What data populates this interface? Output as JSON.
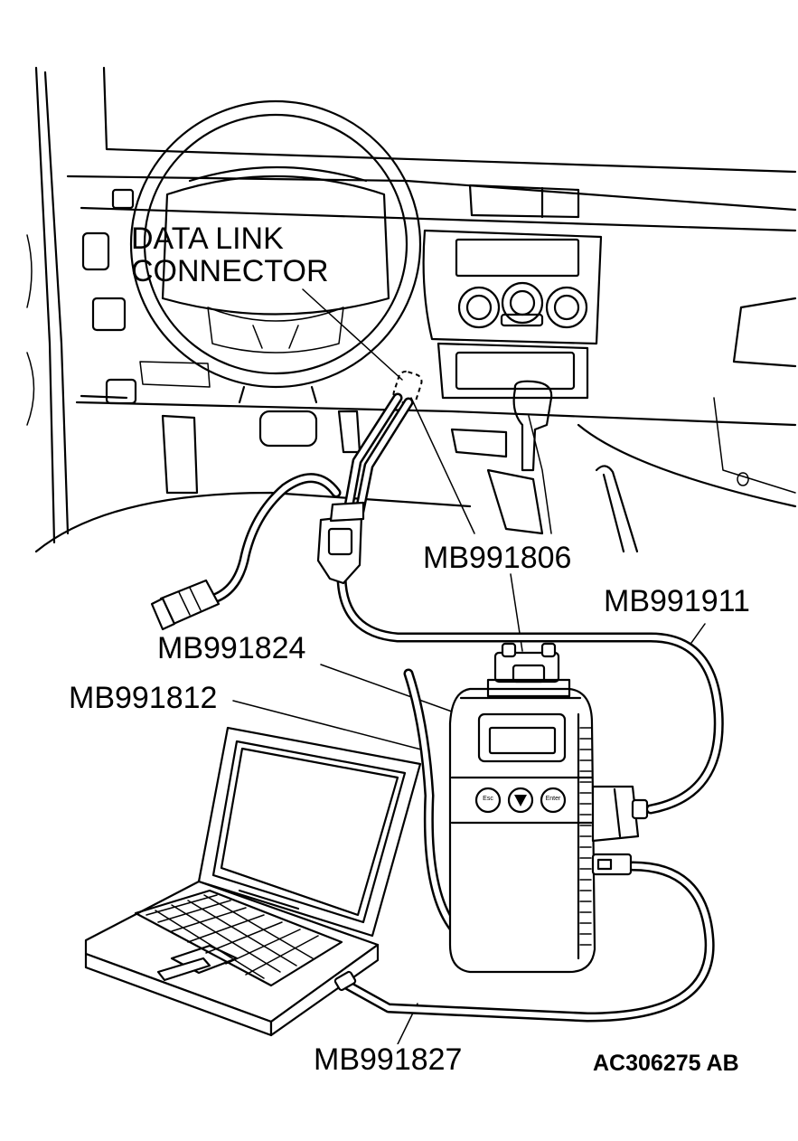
{
  "labels": {
    "data_link_connector_line1": "DATA LINK",
    "data_link_connector_line2": "CONNECTOR",
    "mb991806": "MB991806",
    "mb991911": "MB991911",
    "mb991824": "MB991824",
    "mb991812": "MB991812",
    "mb991827": "MB991827"
  },
  "figure_code": "AC306275 AB",
  "vci_buttons": [
    "Esc",
    "▼",
    "Enter"
  ]
}
